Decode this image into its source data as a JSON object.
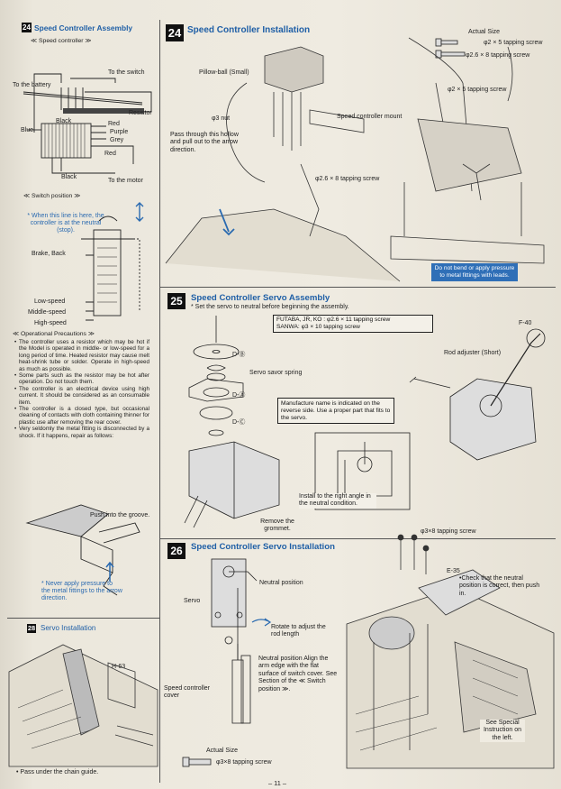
{
  "page_number": "– 11 –",
  "s24a": {
    "num": "24",
    "title": "Speed Controller Assembly",
    "subtitle": "≪ Speed controller ≫",
    "to_switch": "To the switch",
    "to_battery": "To the battery",
    "resistor": "Resistor",
    "black1": "Black",
    "blue": "Blue",
    "red1": "Red",
    "purple": "Purple",
    "grey": "Grey",
    "red2": "Red",
    "black2": "Black",
    "to_motor": "To the motor",
    "switch_position": "≪ Switch position ≫",
    "neutral_note": "* When this line is here, the controller is at the neutral (stop).",
    "brake_back": "Brake, Back",
    "low_speed": "Low-speed",
    "middle_speed": "Middle-speed",
    "high_speed": "High-speed",
    "precautions_title": "≪ Operational Precautions ≫",
    "precautions": [
      "The controller uses a resistor which may be hot if the Model is operated in middle- or low-speed for a long period of time. Heated resistor may cause melt heat-shrink tube or solder. Operate in high-speed as much as possible.",
      "Some parts such as the resistor may be hot after operation. Do not touch them.",
      "The controller is an electrical device using high current. It should be considered as an consumable item.",
      "The controller is a closed type, but occasional cleaning of contacts with cloth containing thinner for plastic use after removing the rear cover.",
      "Very seldomly the metal fitting is disconnected by a shock. If it happens, repair as follows:"
    ],
    "push_groove": "Push into the groove.",
    "never_apply": "* Never apply pressure to the metal fittings to the arrow direction."
  },
  "s28": {
    "num": "28",
    "title": "Servo Installation",
    "h63": "H-63",
    "pass_chain": "• Pass under the chain guide."
  },
  "s24b": {
    "num": "24",
    "title": "Speed Controller Installation",
    "actual_size": "Actual Size",
    "screw_5": "φ2 × 5 tapping screw",
    "screw_8": "φ2.6 × 8 tapping screw",
    "pillow_ball": "Pillow-ball (Small)",
    "nut": "φ3 nut",
    "mount": "Speed controller mount",
    "pass_through": "Pass through this hollow and pull out to the arrow direction.",
    "screw_8b": "φ2.6 × 8 tapping screw",
    "screw_5b": "φ2 × 5 tapping screw",
    "do_not_bend": "Do not bend or apply pressure to metal fittings with leads."
  },
  "s25": {
    "num": "25",
    "title": "Speed Controller Servo Assembly",
    "note": "* Set the servo to neutral before beginning the assembly.",
    "futaba": "FUTABA, JR, KO : φ2.6 × 11 tapping screw",
    "sanwa": "SANWA: φ3 × 10 tapping screw",
    "db": "D-Ⓑ",
    "saver": "Servo savor spring",
    "da": "D-Ⓐ",
    "dc": "D-Ⓒ",
    "manufacture": "Manufacture name is indicated on the reverse side. Use a proper part that fits to the servo.",
    "f40": "F-40",
    "rod_adjuster": "Rod adjuster (Short)",
    "install_right": "Install to the right angle in the neutral condition.",
    "remove_grommet": "Remove the grommet."
  },
  "s26": {
    "num": "26",
    "title": "Speed Controller Servo Installation",
    "neutral_position": "Neutral position",
    "servo": "Servo",
    "rotate": "Rotate to adjust the rod length",
    "neutral_block": "Neutral position Align the arm edge with the flat surface of switch cover. See Section of the ≪ Switch position ≫.",
    "speed_cover": "Speed controller cover",
    "actual_size": "Actual Size",
    "screw": "φ3×8 tapping screw",
    "screw_top": "φ3×8 tapping screw",
    "e35": "E-35",
    "check": "•Check that the neutral position is correct, then push in.",
    "see_special": "See Special Instruction on the left."
  }
}
